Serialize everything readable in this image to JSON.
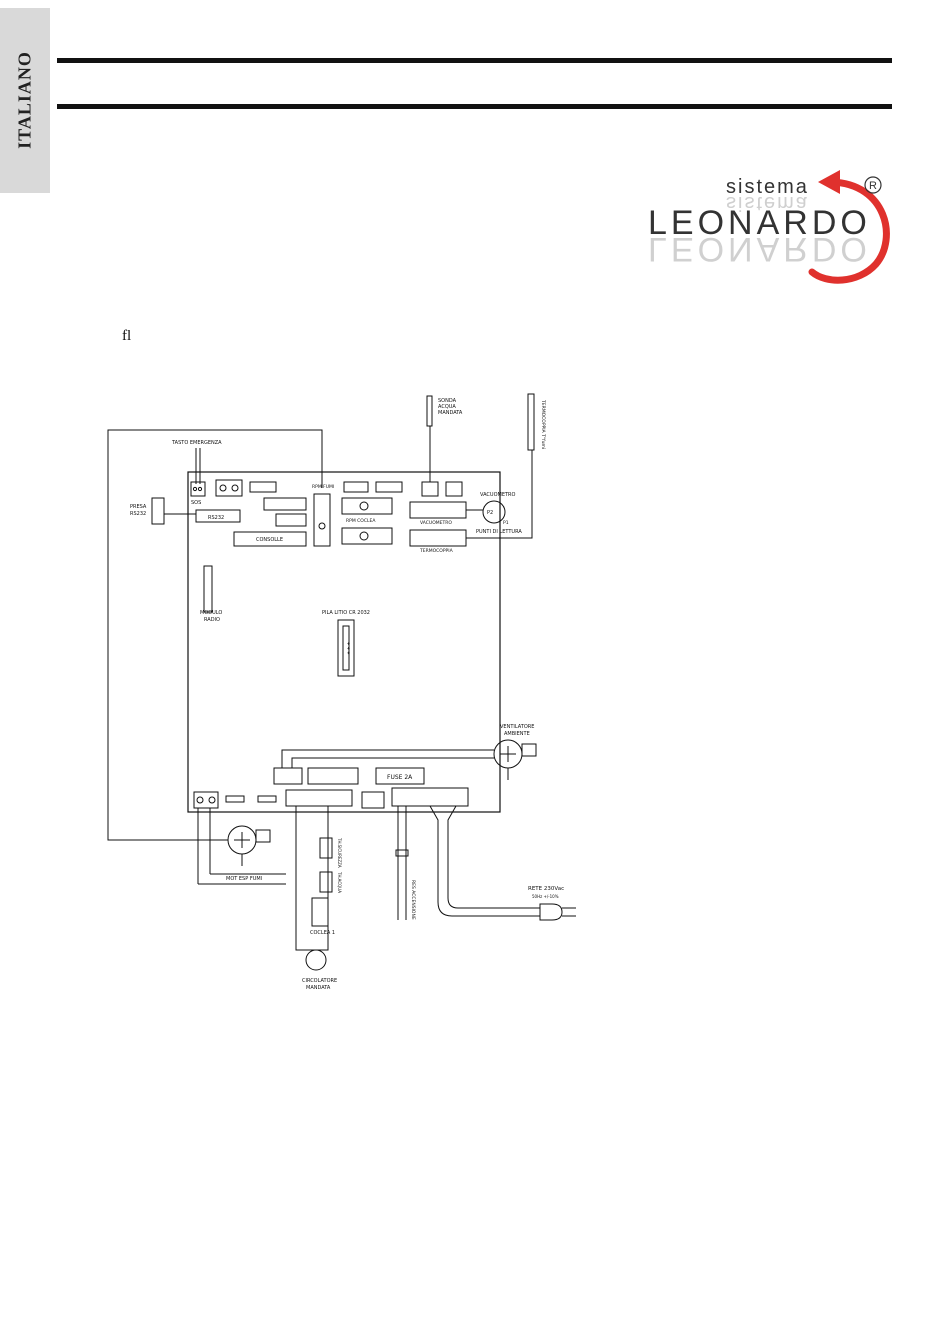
{
  "side_tab": {
    "label": "ITALIANO"
  },
  "logo": {
    "word_top": "sistema",
    "word_main": "LEONARDO",
    "registered": "®",
    "accent_color": "#e0312d"
  },
  "stray_glyph": "fl",
  "diagram": {
    "labels": {
      "tasto_emergenza": "TASTO EMERGENZA",
      "sos": "SOS",
      "presa_1": "PRESA",
      "presa_2": "RS232",
      "rs232": "RS232",
      "consolle": "CONSOLLE",
      "rpm_fumi": "RPM FUMI",
      "rpm_coclea": "RPM COCLEA",
      "sonda_1": "SONDA",
      "sonda_2": "ACQUA",
      "sonda_3": "MANDATA",
      "termocoppia_fumi": "TERMOCOPPIA T°fumi",
      "vacuometro": "VACUOMETRO",
      "vacuometro_conn": "VACUOMETRO",
      "p2": "P2",
      "p1": "P1",
      "punti_lettura": "PUNTI DI LETTURA",
      "termocoppia_conn": "TERMOCOPPIA",
      "modulo_1": "MODULO",
      "modulo_2": "RADIO",
      "pila": "PILA LITIO CR 2032",
      "plus": "+ + +",
      "ventilatore_1": "VENTILATORE",
      "ventilatore_2": "AMBIENTE",
      "fuse": "FUSE 2A",
      "mot_esp": "MOT ESP FUMI",
      "termostato_1": "TH.SICUREZZA",
      "termostato_2": "TH.ACQUA",
      "coclea": "COCLEA 1",
      "circolatore_1": "CIRCOLATORE",
      "circolatore_2": "MANDATA",
      "res_accensione": "RES ACCENSIONE",
      "rete": "RETE 230Vac",
      "rete_sub": "50Hz +/-10%"
    }
  }
}
